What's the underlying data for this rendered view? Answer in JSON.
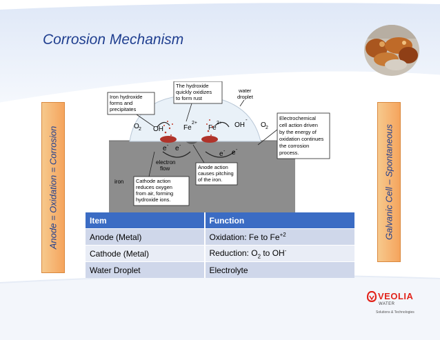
{
  "slide": {
    "title": "Corrosion Mechanism",
    "left_banner": "Anode = Oxidation = Corrosion",
    "right_banner": "Galvanic Cell – Spontaneous"
  },
  "diagram": {
    "callouts": {
      "iron_hydroxide": [
        "Iron hydroxide",
        "forms and",
        "precipitates"
      ],
      "hydroxide_oxidizes": [
        "The hydroxide",
        "quickly oxidizes",
        "to form rust"
      ],
      "water_droplet": [
        "water",
        "droplet"
      ],
      "electrochemical": [
        "Electrochemical",
        "cell action driven",
        "by the energy of",
        "oxidation continues",
        "the corrosion",
        "process."
      ],
      "cathode_action": [
        "Cathode action",
        "reduces oxygen",
        "from air, forming",
        "hydroxide ions."
      ],
      "anode_action": [
        "Anode action",
        "causes pitching",
        "of the iron."
      ],
      "electron_flow": [
        "electron",
        "flow"
      ],
      "iron": "iron"
    },
    "species": {
      "o2": "O",
      "o2_sub": "2",
      "oh": "OH",
      "minus": "-",
      "fe": "Fe",
      "fe_charge": "2+",
      "electron": "e",
      "electron_sup": "-"
    }
  },
  "table": {
    "headers": [
      "Item",
      "Function"
    ],
    "rows": [
      {
        "item": "Anode (Metal)",
        "func_main": "Oxidation: Fe to Fe",
        "func_sup": "+2",
        "func_tail": ""
      },
      {
        "item": "Cathode (Metal)",
        "func_main": "Reduction: O",
        "func_sub": "2",
        "func_mid": " to OH",
        "func_sup": "-"
      },
      {
        "item": "Water Droplet",
        "func_main": "Electrolyte"
      }
    ]
  },
  "logo": {
    "brand": "VEOLIA",
    "line1": "WATER",
    "line2": "Solutions & Technologies"
  },
  "colors": {
    "title": "#1f3e8f",
    "banner": "#f5a45d",
    "table_header": "#3b6cc4",
    "brand": "#e2231a"
  }
}
